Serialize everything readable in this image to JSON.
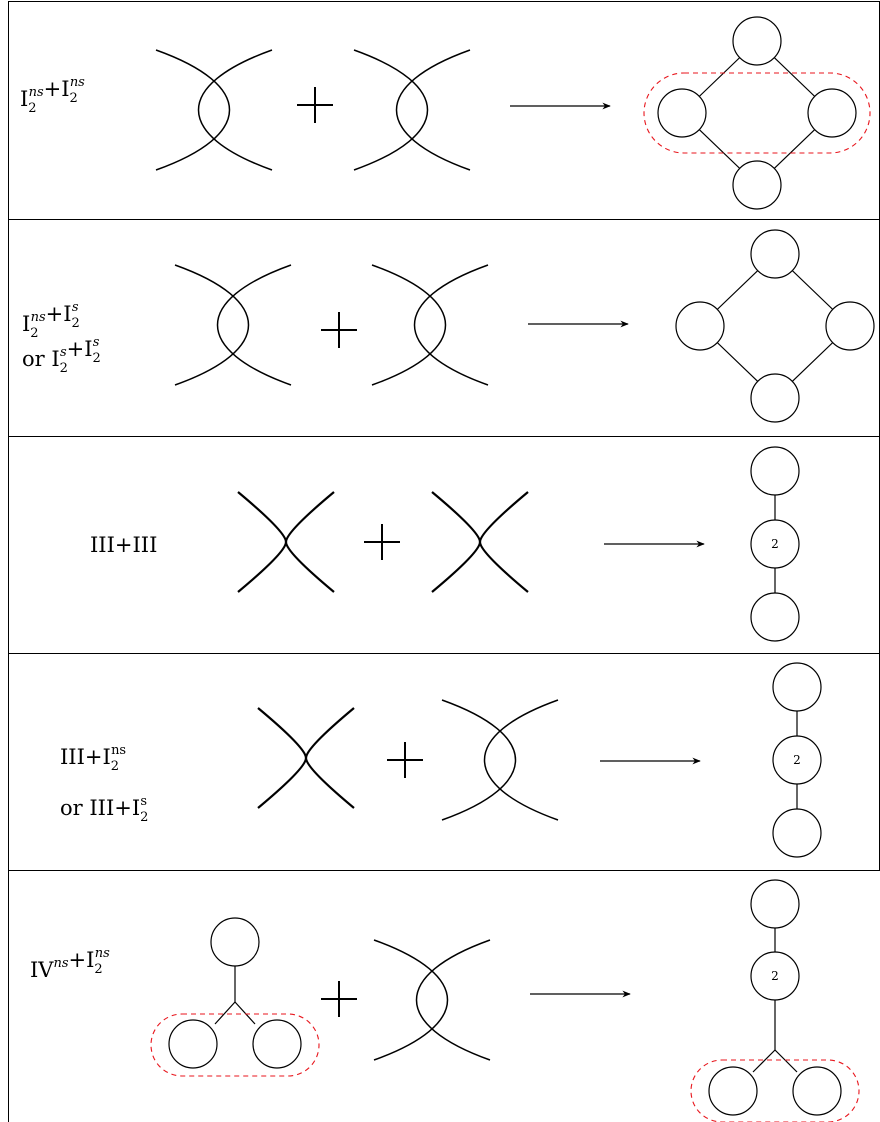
{
  "rows": [
    {
      "label_lines": [
        [
          {
            "t": "I"
          },
          {
            "t": "2",
            "sub": true
          },
          {
            "t": "ns",
            "sup": true
          },
          {
            "t": "+I"
          },
          {
            "t": "2",
            "sub": true
          },
          {
            "t": "ns",
            "sup": true
          }
        ]
      ],
      "left": "cross",
      "right": "cross",
      "result": "diamond",
      "result_pair_highlight": true
    },
    {
      "label_lines": [
        [
          {
            "t": "I"
          },
          {
            "t": "2",
            "sub": true
          },
          {
            "t": "ns",
            "sup": true
          },
          {
            "t": "+I"
          },
          {
            "t": "2",
            "sub": true
          },
          {
            "t": "s",
            "sup": true
          }
        ],
        [
          {
            "t": "or I"
          },
          {
            "t": "2",
            "sub": true
          },
          {
            "t": "s",
            "sup": true
          },
          {
            "t": "+I"
          },
          {
            "t": "2",
            "sub": true
          },
          {
            "t": "s",
            "sup": true
          }
        ]
      ],
      "left": "cross",
      "right": "cross",
      "result": "diamond",
      "result_pair_highlight": false
    },
    {
      "label_lines": [
        [
          {
            "t": "III+III"
          }
        ]
      ],
      "left": "tangent",
      "right": "tangent",
      "result": "chain",
      "center_label": "2"
    },
    {
      "label_lines": [
        [
          {
            "t": "III+I"
          },
          {
            "t": "2",
            "sub": true
          },
          {
            "t": "ns",
            "sup": true,
            "upright": true
          }
        ],
        [
          {
            "t": "or  III+I"
          },
          {
            "t": "2",
            "sub": true
          },
          {
            "t": "s",
            "sup": true,
            "upright": true
          }
        ]
      ],
      "left": "tangent",
      "right": "cross",
      "result": "chain",
      "center_label": "2"
    },
    {
      "label_lines": [
        [
          {
            "t": "IV"
          },
          {
            "t": "ns",
            "sup": true
          },
          {
            "t": "+I"
          },
          {
            "t": "2",
            "sub": true
          },
          {
            "t": "ns",
            "sup": true
          }
        ]
      ],
      "left": "tripod",
      "right": "cross",
      "result": "chain-fork",
      "center_label": "2",
      "left_pair_highlight": true,
      "result_pair_highlight": true
    }
  ]
}
